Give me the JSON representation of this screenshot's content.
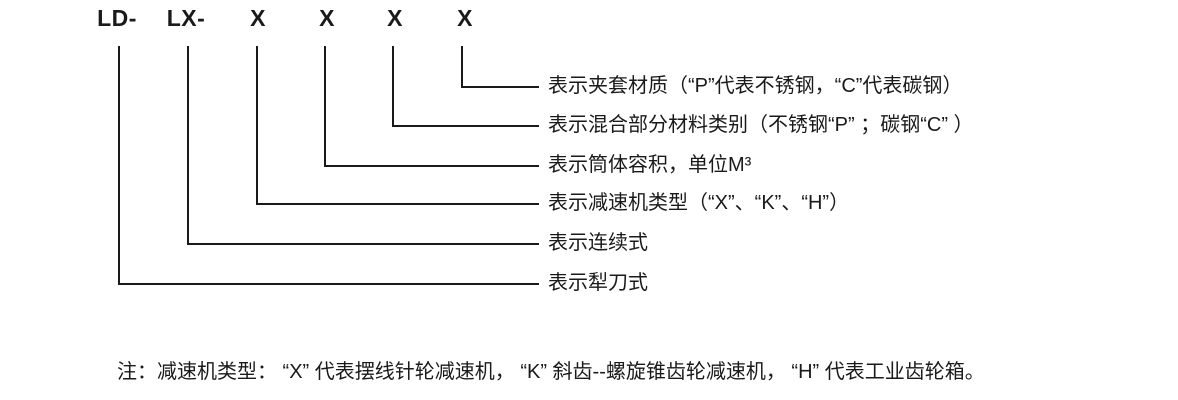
{
  "model_code": {
    "segments": [
      {
        "label": "LD-"
      },
      {
        "label": "LX-"
      },
      {
        "label": "X"
      },
      {
        "label": "X"
      },
      {
        "label": "X"
      },
      {
        "label": "X"
      }
    ]
  },
  "branches": [
    {
      "label": "表示夹套材质（“P”代表不锈钢，“C”代表碳钢）"
    },
    {
      "label": "表示混合部分材料类别（不锈钢“P” ；碳钢“C” ）"
    },
    {
      "label": "表示筒体容积，单位M³"
    },
    {
      "label": "表示减速机类型（“X”、“K”、“H”）"
    },
    {
      "label": "表示连续式"
    },
    {
      "label": "表示犁刀式"
    }
  ],
  "note": "注：减速机类型： “X” 代表摆线针轮减速机， “K” 斜齿--螺旋锥齿轮减速机， “H” 代表工业齿轮箱。",
  "colors": {
    "text": "#1a1a1a",
    "line": "#1a1a1a",
    "background": "#ffffff"
  }
}
